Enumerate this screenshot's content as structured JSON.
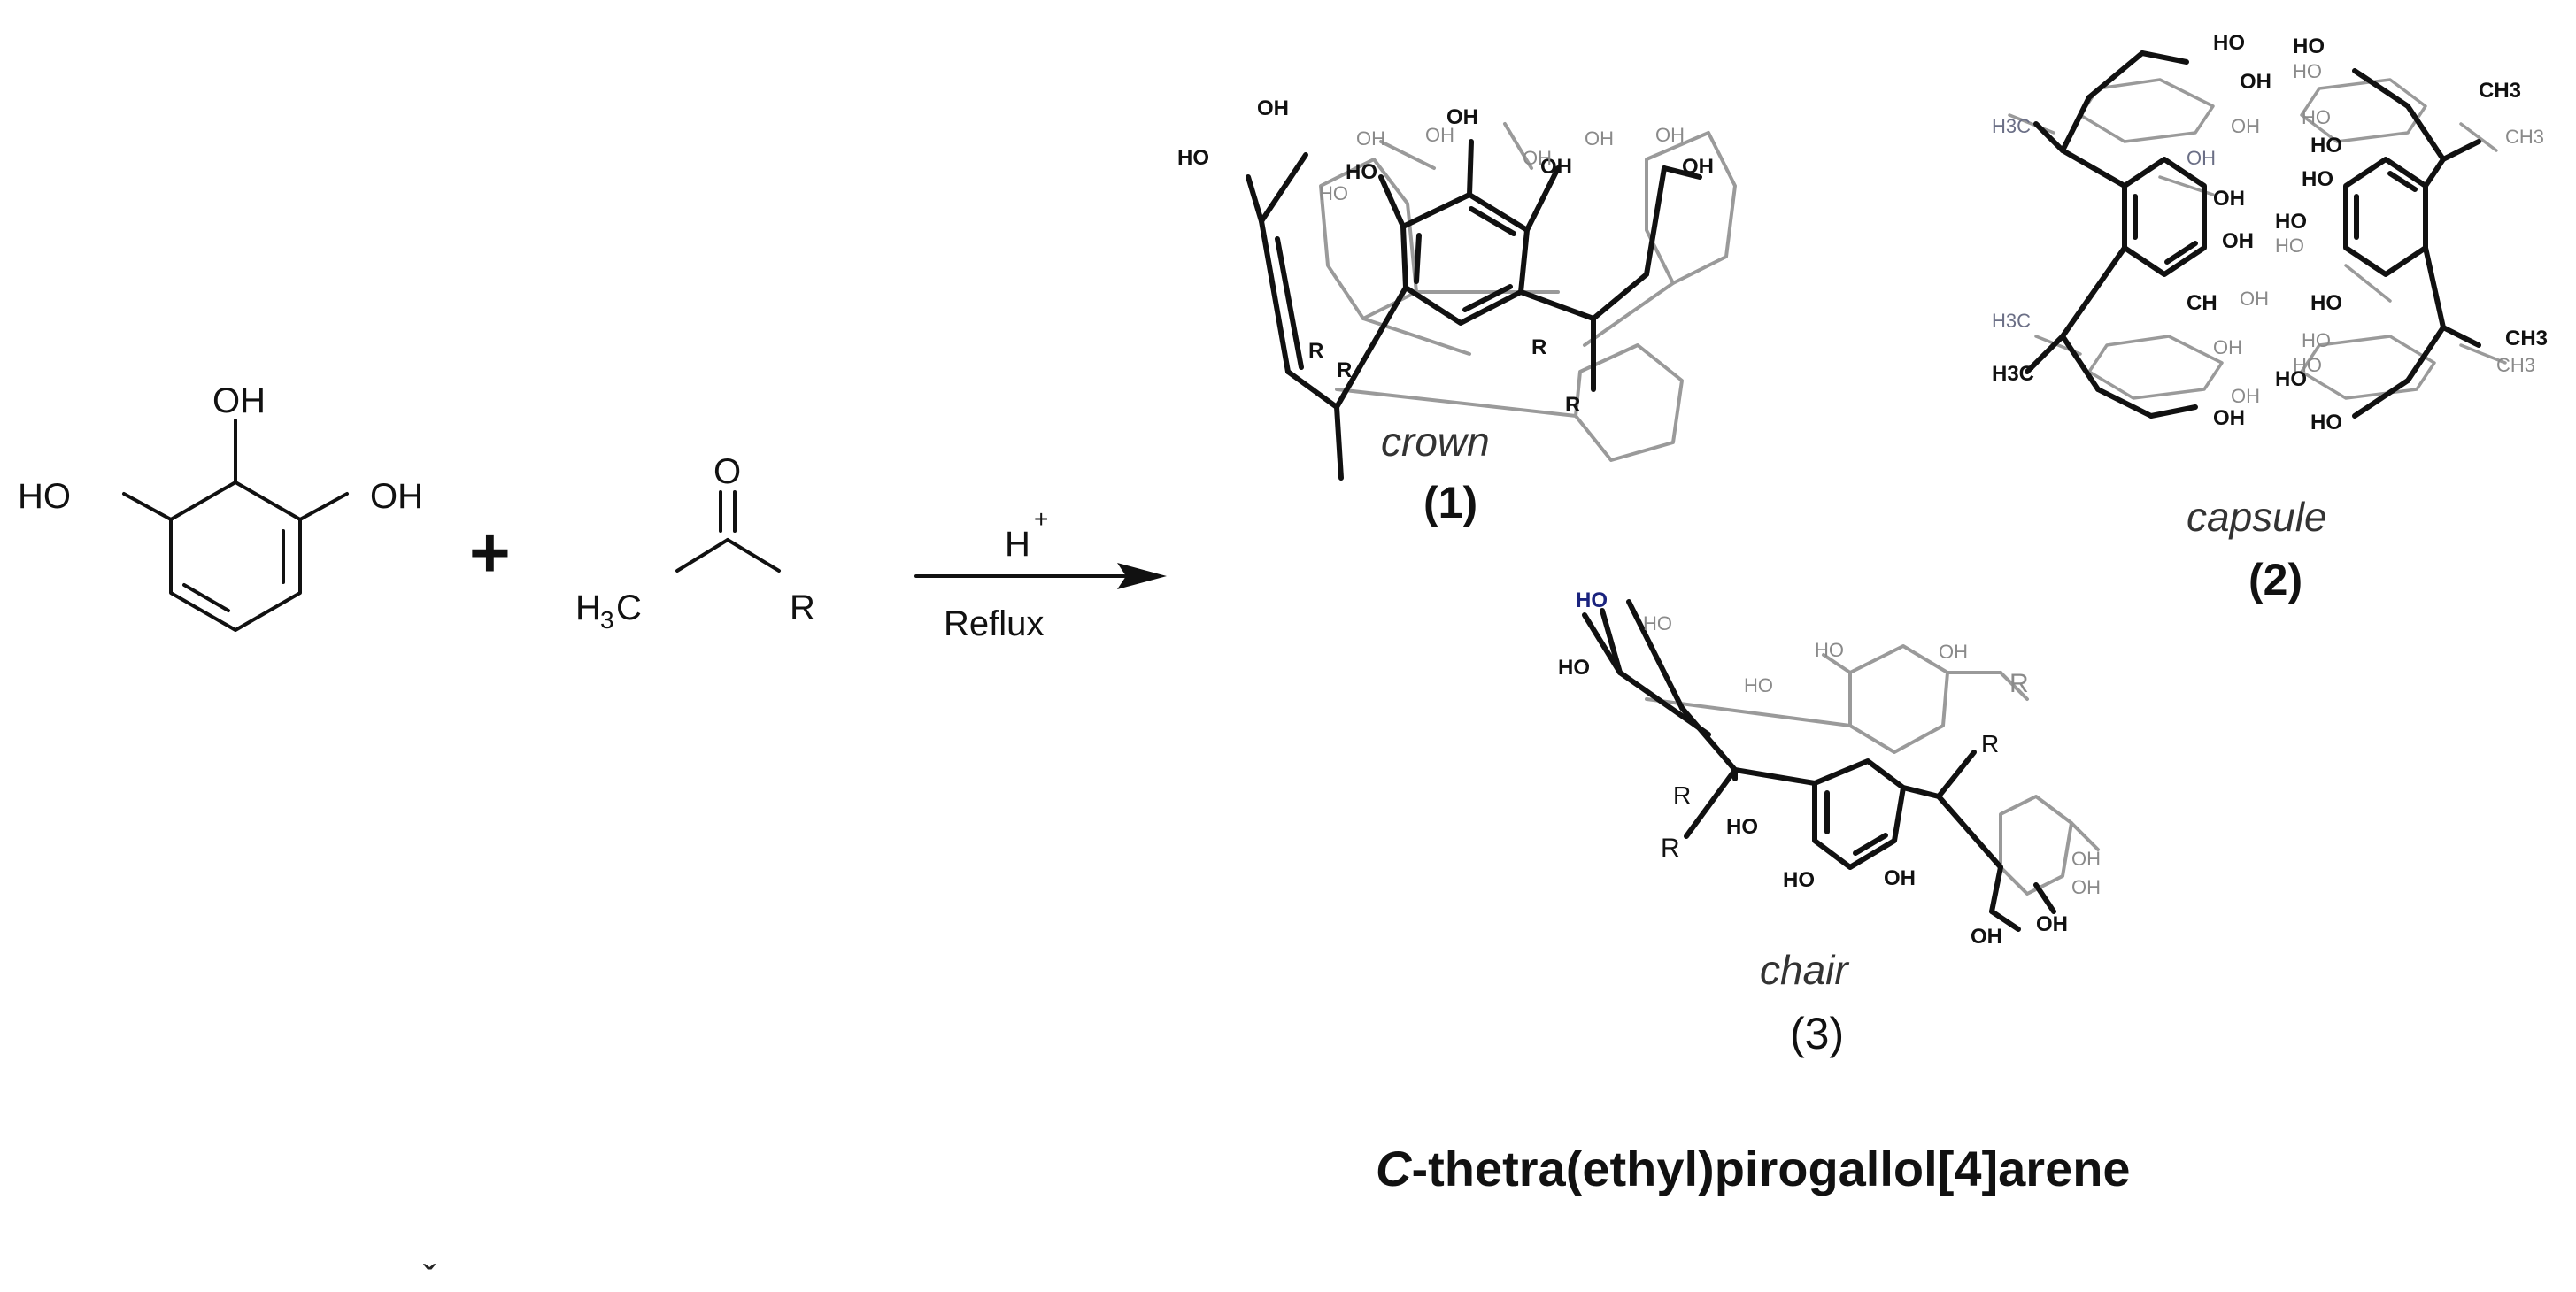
{
  "reactant_pyrogallol": {
    "oh_top": "OH",
    "oh_left": "HO",
    "oh_right": "OH"
  },
  "plus": "+",
  "reactant_ketone": {
    "o": "O",
    "methyl_h": "H",
    "methyl_sub": "3",
    "methyl_c": "C",
    "r": "R"
  },
  "arrow": {
    "catalyst": "H",
    "charge": "+",
    "condition": "Reflux"
  },
  "product_crown": {
    "caption": "crown",
    "number": "(1)",
    "labels": [
      "OH",
      "HO",
      "HO",
      "HO",
      "OH",
      "OH",
      "OH",
      "OH",
      "OH",
      "OH",
      "OH",
      "OH",
      "R",
      "R",
      "R",
      "R"
    ]
  },
  "product_capsule": {
    "caption": "capsule",
    "number": "(2)",
    "labels": [
      "HO",
      "OH",
      "OH",
      "OH",
      "H3C",
      "OH",
      "OH",
      "CH",
      "H3C",
      "H3C",
      "OH",
      "OH",
      "OH",
      "OH",
      "HO",
      "HO",
      "HO",
      "HO",
      "HO",
      "HO",
      "HO",
      "HO",
      "HO",
      "HO",
      "HO",
      "HO",
      "CH3",
      "CH3",
      "CH3",
      "CH3"
    ]
  },
  "product_chair": {
    "caption": "chair",
    "number": "(3)",
    "labels": [
      "HO",
      "HO",
      "HO",
      "HO",
      "HO",
      "OH",
      "R",
      "R",
      "R",
      "R",
      "HO",
      "HO",
      "OH",
      "OH",
      "OH",
      "OH",
      "OH"
    ]
  },
  "compound_name": {
    "prefix": "C",
    "rest": "-thetra(ethyl)pirogallol[4]arene"
  },
  "stray_mark": "ˇ",
  "colors": {
    "black": "#111111",
    "gray": "#9a9a9a",
    "blue_label": "#1a237e"
  }
}
